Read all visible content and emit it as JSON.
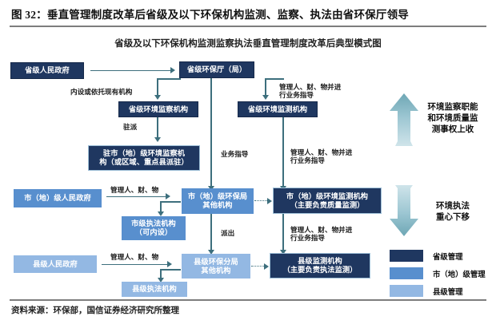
{
  "header": {
    "title": "图 32：垂直管理制度改革后省级及以下环保机构监测、监察、执法由省环保厅领导",
    "subtitle": "省级及以下环保机构监测监察执法垂直管理制度改革后典型模式图",
    "source": "资料来源：环保部，国信证券经济研究所整理"
  },
  "colors": {
    "province": "#1f3760",
    "city": "#588fce",
    "county": "#93b8e3",
    "connector": "#3d6f7d",
    "arrow_up_top": "#7fb8c4",
    "arrow_down_bottom": "#7fb8c4"
  },
  "nodes": {
    "province_government": "省级人民政府",
    "province_epb": "省级环保厅（局）",
    "province_supervision": "省级环境监察机构",
    "province_monitoring": "省级环境监测机构",
    "city_stationed_supervision_l1": "驻市（地）级环境监察机",
    "city_stationed_supervision_l2": "构（或区域、重点县派驻）",
    "city_government": "市（地）级人民政府",
    "city_epb_l1": "市（地）级环保局",
    "city_epb_l2": "其他机构",
    "city_enforcement_l1": "市级执法机构",
    "city_enforcement_l2": "（可内设）",
    "city_monitoring_l1": "市（地）级环境监测机构",
    "city_monitoring_l2": "（主要负责质量监测）",
    "county_government": "县级人民政府",
    "county_epb_l1": "县级环保分局",
    "county_epb_l2": "其他机构",
    "county_enforcement": "县级执法机构",
    "county_monitoring_l1": "县级监测机构",
    "county_monitoring_l2": "（主要负责执法监测）"
  },
  "edge_labels": {
    "internal_or_existing": "内设或依托现有机构",
    "stationed": "驻派",
    "business_guidance": "业务指导",
    "manage_and_guide_l1": "管理人、财、物并进",
    "manage_and_guide_l2": "行业务指导",
    "manage_people_money_goods": "管理人、财、物",
    "dispatch": "派出"
  },
  "side_notes": {
    "up_l1": "环境监察职能",
    "up_l2": "和环境质量监",
    "up_l3": "测事权上收",
    "down_l1": "环境执法",
    "down_l2": "重心下移"
  },
  "legend": {
    "items": [
      {
        "key": "province",
        "label": "省级管理"
      },
      {
        "key": "city",
        "label": "市（地）级管理"
      },
      {
        "key": "county",
        "label": "县级管理"
      }
    ]
  }
}
